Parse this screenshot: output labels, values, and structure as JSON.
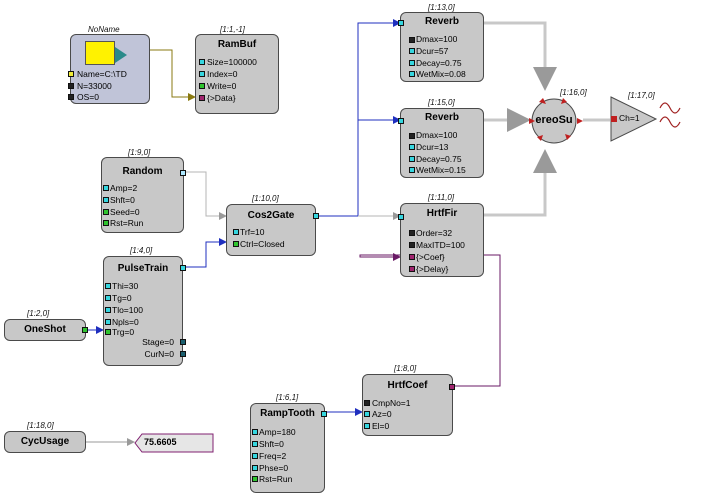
{
  "blocks": {
    "noname": {
      "id": "NoName",
      "title": "",
      "params": [
        "Name=C:\\TD",
        "N=33000",
        "OS=0"
      ]
    },
    "rambuf": {
      "id": "[1:1,-1]",
      "title": "RamBuf",
      "params": [
        "Size=100000",
        "Index=0",
        "Write=0",
        "{>Data}"
      ]
    },
    "reverb1": {
      "id": "[1:13,0]",
      "title": "Reverb",
      "params": [
        "Dmax=100",
        "Dcur=57",
        "Decay=0.75",
        "WetMix=0.08"
      ]
    },
    "reverb2": {
      "id": "[1:15,0]",
      "title": "Reverb",
      "params": [
        "Dmax=100",
        "Dcur=13",
        "Decay=0.75",
        "WetMix=0.15"
      ]
    },
    "stereosum": {
      "id": "[1:16,0]",
      "title": "ereoSu"
    },
    "output": {
      "id": "[1:17,0]",
      "title": "Ch=1"
    },
    "random": {
      "id": "[1:9,0]",
      "title": "Random",
      "params": [
        "Amp=2",
        "Shft=0",
        "Seed=0",
        "Rst=Run"
      ]
    },
    "cos2gate": {
      "id": "[1:10,0]",
      "title": "Cos2Gate",
      "params": [
        "Trf=10",
        "Ctrl=Closed"
      ]
    },
    "hrtffir": {
      "id": "[1:11,0]",
      "title": "HrtfFir",
      "params": [
        "Order=32",
        "MaxITD=100",
        "{>Coef}",
        "{>Delay}"
      ]
    },
    "pulsetrain": {
      "id": "[1:4,0]",
      "title": "PulseTrain",
      "params": [
        "Thi=30",
        "Tg=0",
        "Tlo=100",
        "Npls=0",
        "Trg=0"
      ],
      "outputs": [
        "Stage=0",
        "CurN=0"
      ]
    },
    "oneshot": {
      "id": "[1:2,0]",
      "title": "OneShot"
    },
    "hrtfcoef": {
      "id": "[1:8,0]",
      "title": "HrtfCoef",
      "params": [
        "CmpNo=1",
        "Az=0",
        "El=0"
      ]
    },
    "ramptooth": {
      "id": "[1:6,1]",
      "title": "RampTooth",
      "params": [
        "Amp=180",
        "Shft=0",
        "Freq=2",
        "Phse=0",
        "Rst=Run"
      ]
    },
    "cycusage": {
      "id": "[1:18,0]",
      "title": "CycUsage"
    },
    "cycvalue": {
      "value": "75.6605"
    }
  },
  "colors": {
    "wire_blue": "#1f2fbf",
    "wire_gray": "#c8c8c8",
    "wire_olive": "#8a7a10",
    "wire_purple": "#6a1a66",
    "block_fill": "#c8c8c8",
    "folder_yellow": "#fff200",
    "arrow_teal": "#2a8a8a"
  }
}
